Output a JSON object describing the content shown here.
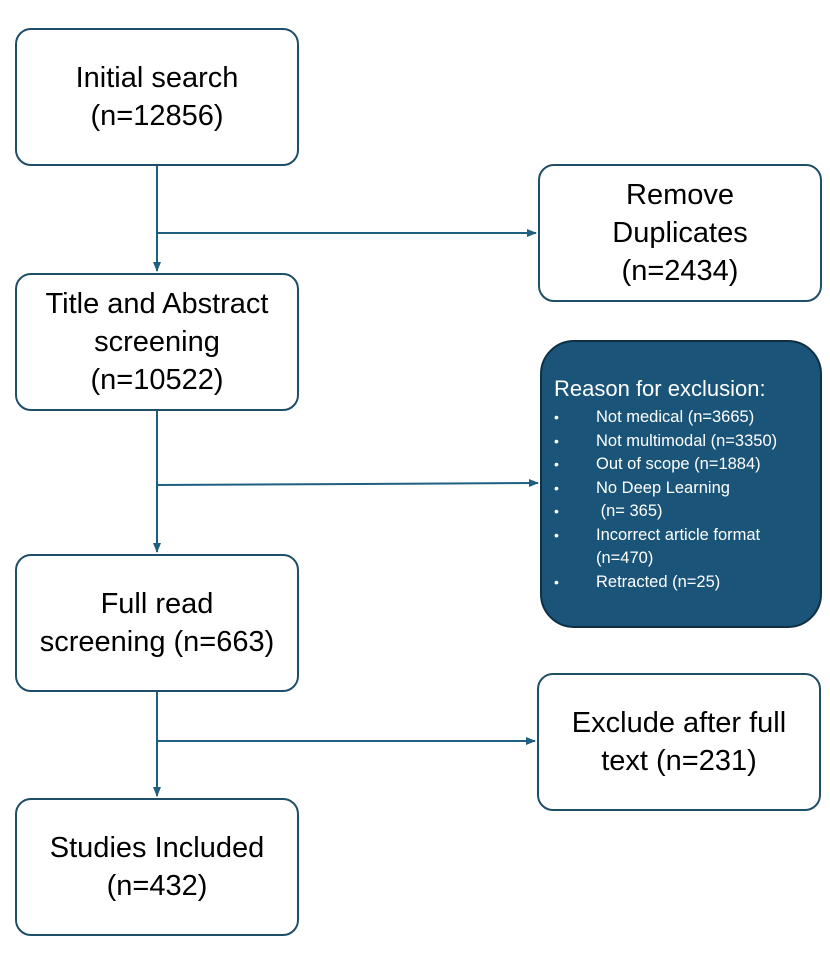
{
  "flow": {
    "initial_search": [
      "Initial search",
      "(n=12856)"
    ],
    "remove_duplicates": [
      "Remove",
      "Duplicates",
      "(n=2434)"
    ],
    "title_abstract": [
      "Title and Abstract",
      "screening",
      "(n=10522)"
    ],
    "full_read": [
      "Full read",
      "screening (n=663)"
    ],
    "exclude_full_text": [
      "Exclude after full",
      "text (n=231)"
    ],
    "studies_included": [
      "Studies Included",
      "(n=432)"
    ]
  },
  "exclusion": {
    "title": "Reason for exclusion:",
    "items": [
      [
        "Not medical (n=3665)"
      ],
      [
        "Not multimodal (n=3350)"
      ],
      [
        "Out of scope (n=1884)"
      ],
      [
        "No Deep Learning"
      ],
      [
        " (n= 365)"
      ],
      [
        "Incorrect article format",
        "(n=470)"
      ],
      [
        "Retracted (n=25)"
      ]
    ]
  },
  "colors": {
    "line": "#1f5f82",
    "box_border": "#1f4e68",
    "exclusion_fill": "#1a5478"
  }
}
